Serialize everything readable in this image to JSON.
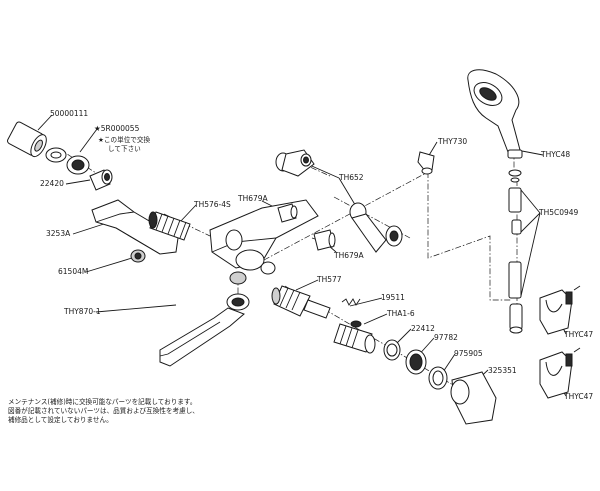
{
  "labels": {
    "l_50000111": "50000111",
    "l_5r000055": "★5R000055",
    "l_star_note_1": "★この単位で交換",
    "l_star_note_2": "して下さい",
    "l_22420": "22420",
    "l_3253a": "3253A",
    "l_61504m": "61504M",
    "l_thy870": "THY870-1",
    "l_th576": "TH576-4S",
    "l_th679a_top": "TH679A",
    "l_th679a_bot": "TH679A",
    "l_th652": "TH652",
    "l_thy730": "THY730",
    "l_th577": "TH577",
    "l_19511": "19511",
    "l_tha1": "THA1-6",
    "l_22412": "22412",
    "l_97782": "97782",
    "l_975905": "975905",
    "l_325351": "325351",
    "l_thyc48": "THYC48",
    "l_th5c0949": "TH5C0949",
    "l_thyc47_top": "THYC47",
    "l_thyc47_bot": "THYC47"
  },
  "footnote": {
    "line1": "メンテナンス(補修)時に交換可能なパーツを記載しております。",
    "line2": "図番が記載されていないパーツは、品質および互換性を考慮し、",
    "line3": "補修品として設定しておりません。"
  }
}
